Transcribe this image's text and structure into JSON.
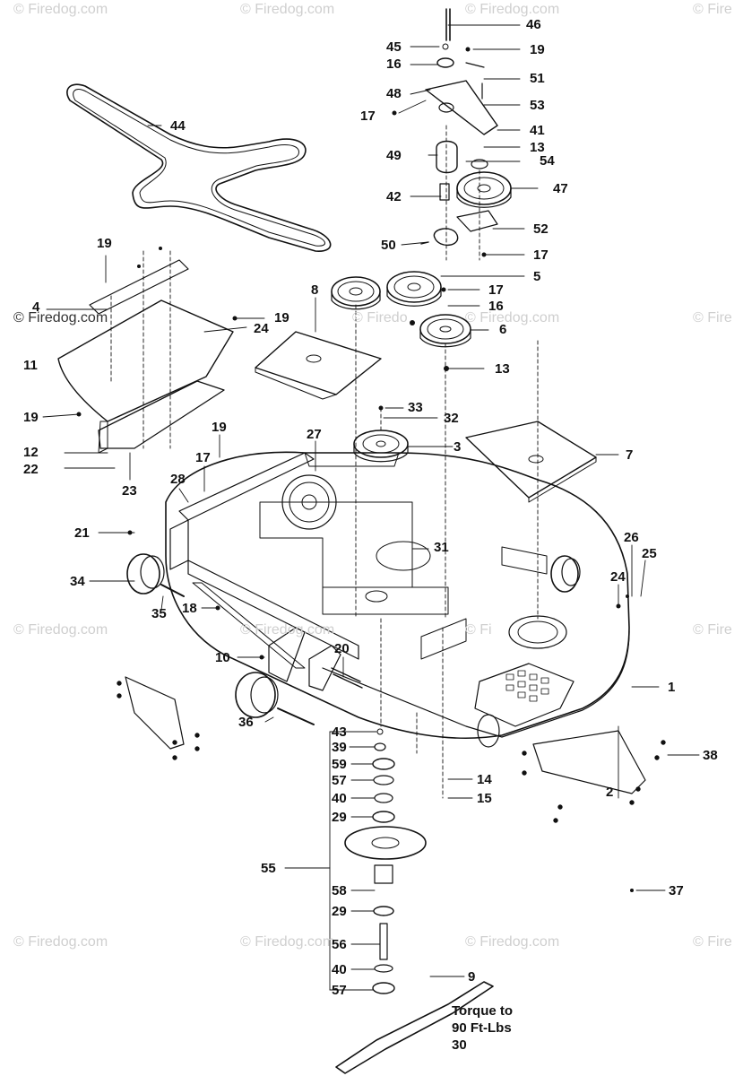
{
  "watermark": {
    "text": "© Firedog.com",
    "partial": "© Fire",
    "partial2": "© Firedo",
    "partial3": "© Fi"
  },
  "callouts": {
    "c46": "46",
    "c45": "45",
    "c19a": "19",
    "c16a": "16",
    "c51": "51",
    "c48": "48",
    "c53": "53",
    "c17a": "17",
    "c41": "41",
    "c13a": "13",
    "c49": "49",
    "c54": "54",
    "c42": "42",
    "c47": "47",
    "c52": "52",
    "c50": "50",
    "c17b": "17",
    "c44": "44",
    "c19b": "19",
    "c4": "4",
    "c24a": "24",
    "c19c": "19",
    "c8": "8",
    "c5": "5",
    "c17c": "17",
    "c16b": "16",
    "c6": "6",
    "c13b": "13",
    "c11": "11",
    "c19d": "19",
    "c33": "33",
    "c32": "32",
    "c19e": "19",
    "c27": "27",
    "c3": "3",
    "c7": "7",
    "c12": "12",
    "c22": "22",
    "c23": "23",
    "c28": "28",
    "c17d": "17",
    "c21": "21",
    "c31": "31",
    "c26": "26",
    "c25": "25",
    "c34": "34",
    "c24b": "24",
    "c35": "35",
    "c18": "18",
    "c10": "10",
    "c20": "20",
    "c1": "1",
    "c36": "36",
    "c43": "43",
    "c39": "39",
    "c59": "59",
    "c57a": "57",
    "c40a": "40",
    "c29a": "29",
    "c14": "14",
    "c15": "15",
    "c2": "2",
    "c38": "38",
    "c55": "55",
    "c58": "58",
    "c37": "37",
    "c29b": "29",
    "c56": "56",
    "c40b": "40",
    "c9": "9",
    "c57b": "57"
  },
  "torque_note": {
    "line1": "Torque to",
    "line2": "90 Ft-Lbs",
    "line3": "30"
  }
}
